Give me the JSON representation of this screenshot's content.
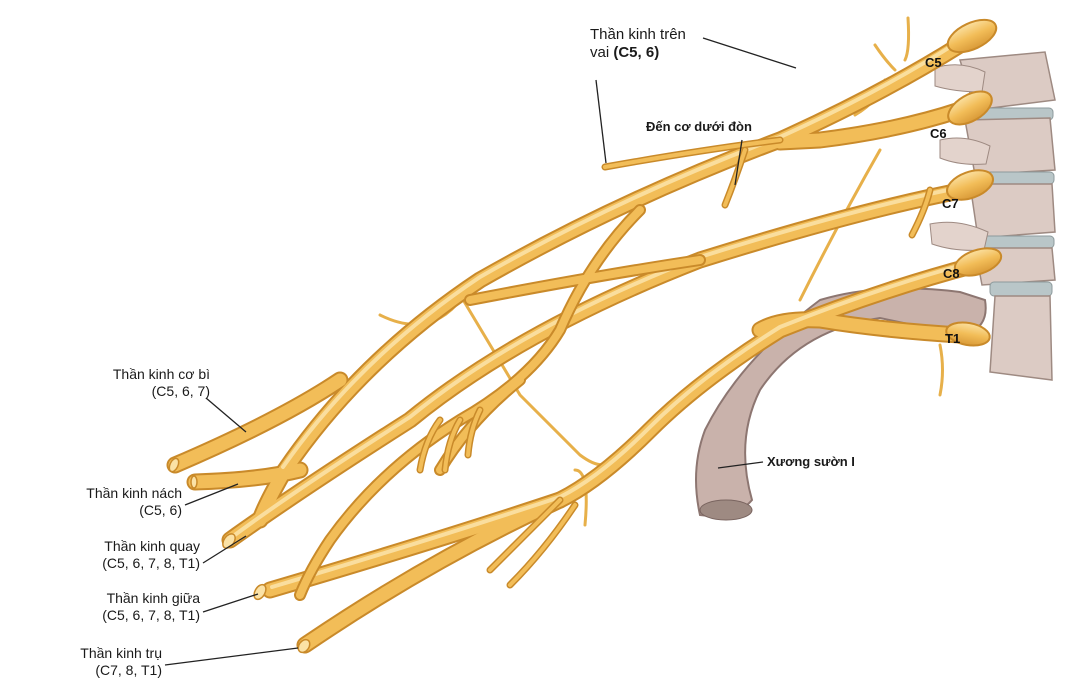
{
  "labels": {
    "suprascapular": {
      "line1": "Thần kinh trên",
      "line2_prefix": "vai ",
      "line2_bold": "(C5, 6)"
    },
    "subclavius": "Đến cơ dưới đòn",
    "musculocutaneous": {
      "line1": "Thần kinh cơ bì",
      "line2": "(C5, 6, 7)"
    },
    "axillary": {
      "line1": "Thần kinh nách",
      "line2": "(C5, 6)"
    },
    "radial": {
      "line1": "Thần kinh quay",
      "line2": "(C5, 6, 7, 8, T1)"
    },
    "median": {
      "line1": "Thần kinh giữa",
      "line2": "(C5, 6, 7, 8, T1)"
    },
    "ulnar": {
      "line1": "Thần kinh trụ",
      "line2": "(C7, 8, T1)"
    },
    "rib": "Xương sườn I"
  },
  "roots": [
    "C5",
    "C6",
    "C7",
    "C8",
    "T1"
  ],
  "colors": {
    "nerve": "#f2bd58",
    "nerve_edge": "#c98a2a",
    "nerve_highlight": "#fbe2a6",
    "bone": "#d9c7bf",
    "bone_edge": "#9e8a82",
    "rib": "#bfa6a0",
    "rib_edge": "#8d7671",
    "disc": "#b9c6c8",
    "leader": "#222222"
  }
}
